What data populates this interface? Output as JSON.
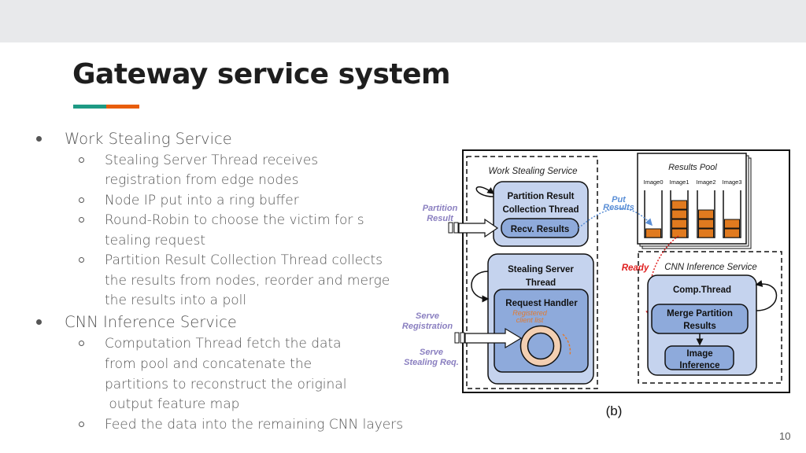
{
  "slide": {
    "title": "Gateway service system",
    "page_number": "10",
    "accent_colors": [
      "#1e9a84",
      "#e85d0c"
    ]
  },
  "bullets": [
    {
      "level": 1,
      "text": "Work Stealing Service"
    },
    {
      "level": 2,
      "lines": [
        "Stealing Server Thread receives",
        "registration from edge nodes"
      ]
    },
    {
      "level": 2,
      "lines": [
        "Node IP put into a ring buffer"
      ]
    },
    {
      "level": 2,
      "lines": [
        "Round-Robin to choose the victim for s",
        "tealing request"
      ]
    },
    {
      "level": 2,
      "lines": [
        "Partition Result Collection Thread  collects",
        "the results from nodes, reorder and merge",
        "the results into a poll"
      ]
    },
    {
      "level": 1,
      "text": "CNN Inference Service"
    },
    {
      "level": 2,
      "lines": [
        "Computation Thread fetch the data",
        "from pool and concatenate the",
        "partitions to reconstruct the original",
        " output feature map"
      ]
    },
    {
      "level": 2,
      "lines": [
        "Feed the data into the remaining CNN layers"
      ]
    }
  ],
  "diagram": {
    "work_stealing_service": "Work Stealing Service",
    "partition_thread": [
      "Partition Result",
      "Collection Thread"
    ],
    "recv_results": "Recv. Results",
    "stealing_thread": [
      "Stealing Server",
      "Thread"
    ],
    "request_handler": "Request Handler",
    "registered_list": [
      "Registered",
      "client list"
    ],
    "partition_result": [
      "Partition",
      "Result"
    ],
    "serve_registration": [
      "Serve",
      "Registration"
    ],
    "serve_stealing": [
      "Serve",
      "Stealing Req."
    ],
    "put_results": [
      "Put",
      "Results"
    ],
    "ready": "Ready",
    "results_pool": "Results Pool",
    "images": [
      "Image0",
      "Image1",
      "Image2",
      "Image3"
    ],
    "image_fill_levels": [
      1,
      4,
      3,
      2
    ],
    "cnn_service": "CNN Inference Service",
    "comp_thread": "Comp.Thread",
    "merge": [
      "Merge Partition",
      "Results"
    ],
    "inference": [
      "Image",
      "Inference"
    ],
    "caption": "(b)"
  }
}
